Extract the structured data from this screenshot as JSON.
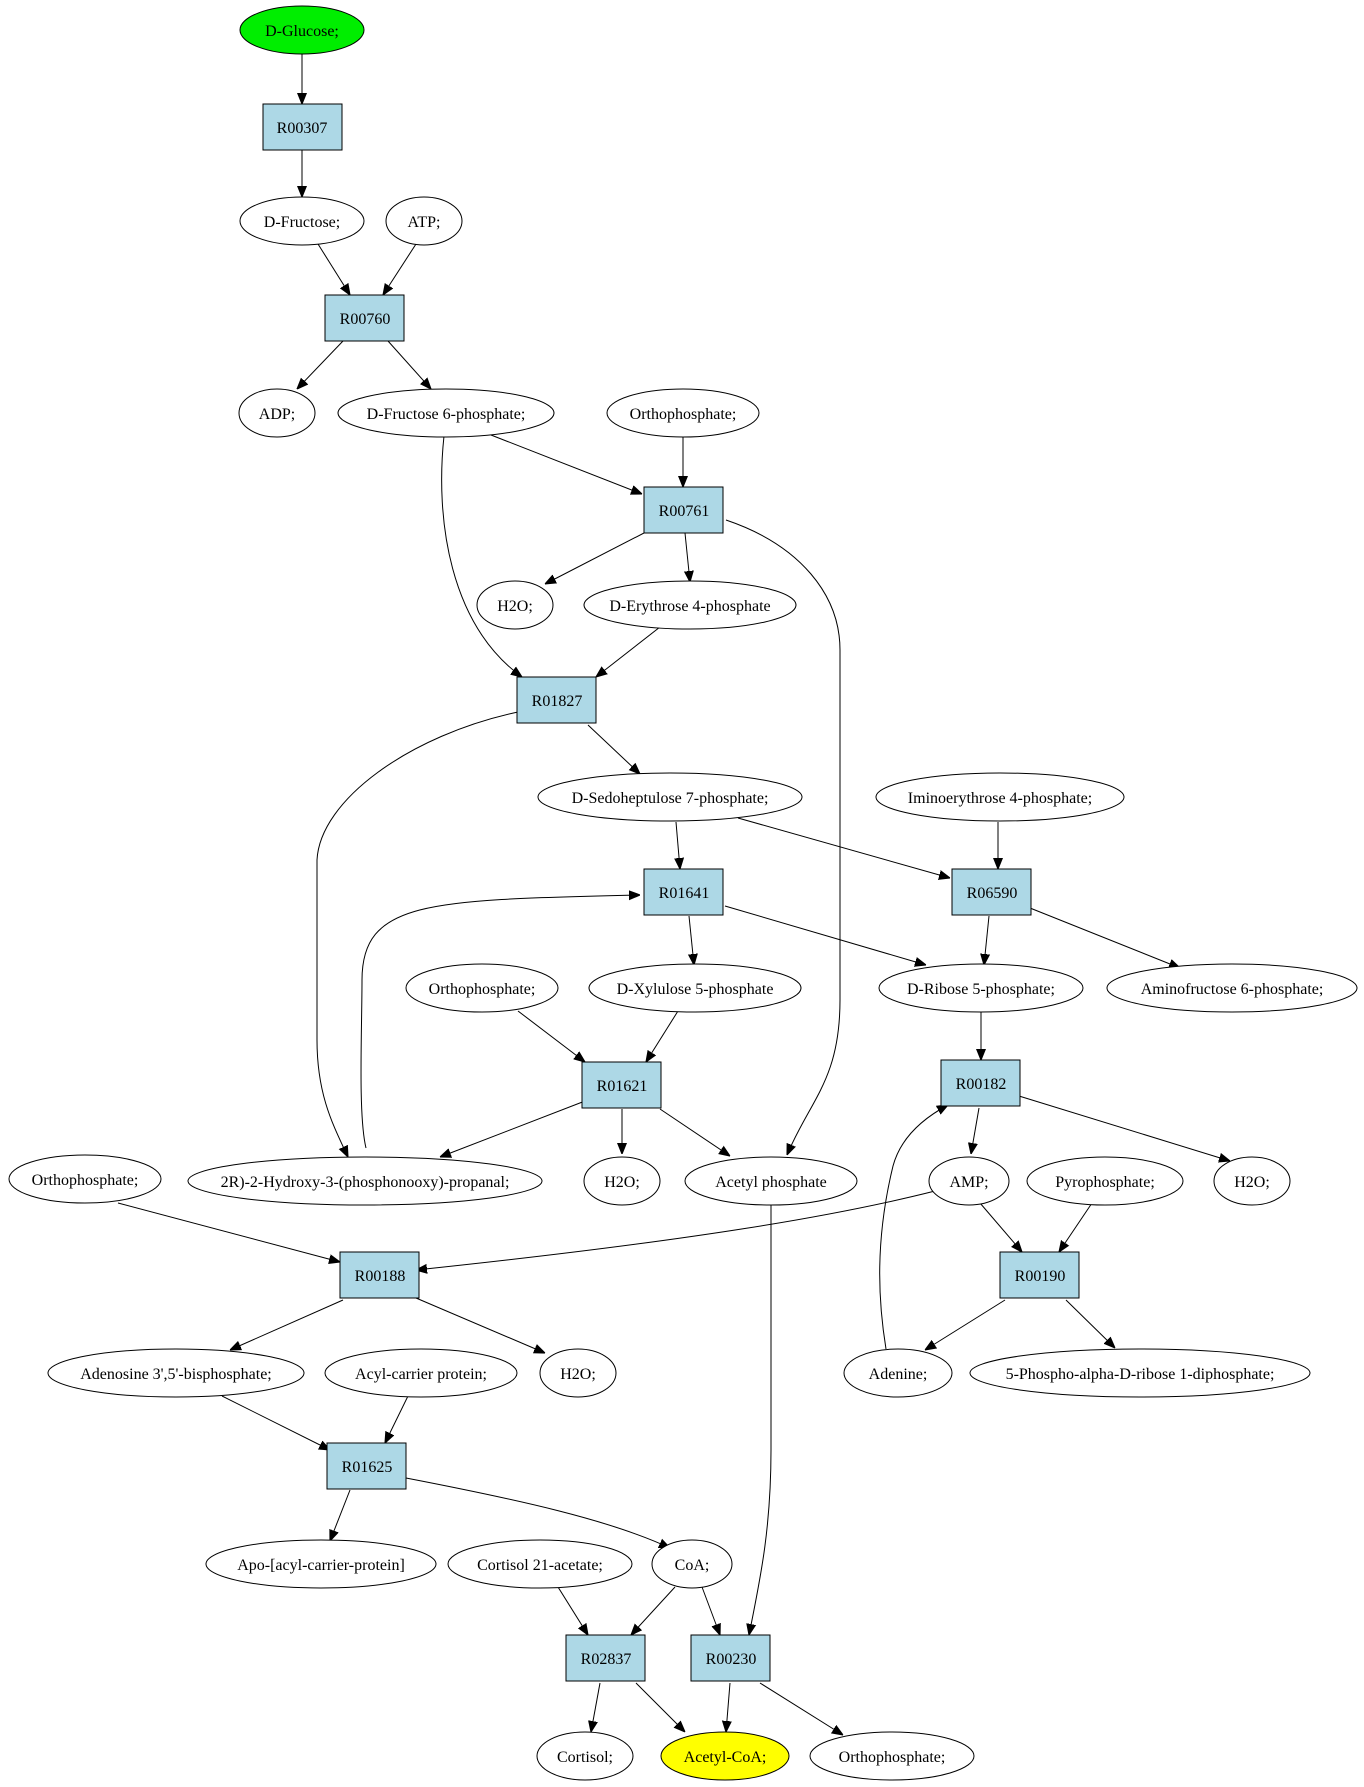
{
  "colors": {
    "start_node": "#00ee00",
    "end_node": "#ffff00",
    "reaction_node": "#add8e6",
    "compound_node": "#ffffff"
  },
  "nodes": {
    "glucose": {
      "label": "D-Glucose;",
      "kind": "start"
    },
    "r00307": {
      "label": "R00307",
      "kind": "reaction"
    },
    "fructose": {
      "label": "D-Fructose;",
      "kind": "compound"
    },
    "atp": {
      "label": "ATP;",
      "kind": "compound"
    },
    "r00760": {
      "label": "R00760",
      "kind": "reaction"
    },
    "adp": {
      "label": "ADP;",
      "kind": "compound"
    },
    "f6p": {
      "label": "D-Fructose 6-phosphate;",
      "kind": "compound"
    },
    "pi1": {
      "label": "Orthophosphate;",
      "kind": "compound"
    },
    "r00761": {
      "label": "R00761",
      "kind": "reaction"
    },
    "h2o1": {
      "label": "H2O;",
      "kind": "compound"
    },
    "e4p": {
      "label": "D-Erythrose 4-phosphate",
      "kind": "compound"
    },
    "r01827": {
      "label": "R01827",
      "kind": "reaction"
    },
    "s7p": {
      "label": "D-Sedoheptulose 7-phosphate;",
      "kind": "compound"
    },
    "ie4p": {
      "label": "Iminoerythrose 4-phosphate;",
      "kind": "compound"
    },
    "r01641": {
      "label": "R01641",
      "kind": "reaction"
    },
    "r06590": {
      "label": "R06590",
      "kind": "reaction"
    },
    "pi2": {
      "label": "Orthophosphate;",
      "kind": "compound"
    },
    "x5p": {
      "label": "D-Xylulose 5-phosphate",
      "kind": "compound"
    },
    "r5p": {
      "label": "D-Ribose 5-phosphate;",
      "kind": "compound"
    },
    "af6p": {
      "label": "Aminofructose 6-phosphate;",
      "kind": "compound"
    },
    "r01621": {
      "label": "R01621",
      "kind": "reaction"
    },
    "r00182": {
      "label": "R00182",
      "kind": "reaction"
    },
    "pi3": {
      "label": "Orthophosphate;",
      "kind": "compound"
    },
    "g3p": {
      "label": "2R)-2-Hydroxy-3-(phosphonooxy)-propanal;",
      "kind": "compound"
    },
    "h2o2": {
      "label": "H2O;",
      "kind": "compound"
    },
    "acp": {
      "label": "Acetyl phosphate",
      "kind": "compound"
    },
    "amp": {
      "label": "AMP;",
      "kind": "compound"
    },
    "ppi": {
      "label": "Pyrophosphate;",
      "kind": "compound"
    },
    "h2o3": {
      "label": "H2O;",
      "kind": "compound"
    },
    "r00188": {
      "label": "R00188",
      "kind": "reaction"
    },
    "r00190": {
      "label": "R00190",
      "kind": "reaction"
    },
    "pap": {
      "label": "Adenosine 3',5'-bisphosphate;",
      "kind": "compound"
    },
    "acpprot": {
      "label": "Acyl-carrier protein;",
      "kind": "compound"
    },
    "h2o4": {
      "label": "H2O;",
      "kind": "compound"
    },
    "adenine": {
      "label": "Adenine;",
      "kind": "compound"
    },
    "prpp": {
      "label": "5-Phospho-alpha-D-ribose 1-diphosphate;",
      "kind": "compound"
    },
    "r01625": {
      "label": "R01625",
      "kind": "reaction"
    },
    "apoacp": {
      "label": "Apo-[acyl-carrier-protein]",
      "kind": "compound"
    },
    "cort21": {
      "label": "Cortisol 21-acetate;",
      "kind": "compound"
    },
    "coa": {
      "label": "CoA;",
      "kind": "compound"
    },
    "r02837": {
      "label": "R02837",
      "kind": "reaction"
    },
    "r00230": {
      "label": "R00230",
      "kind": "reaction"
    },
    "cortisol": {
      "label": "Cortisol;",
      "kind": "compound"
    },
    "acetylcoa": {
      "label": "Acetyl-CoA;",
      "kind": "end"
    },
    "pi4": {
      "label": "Orthophosphate;",
      "kind": "compound"
    }
  }
}
